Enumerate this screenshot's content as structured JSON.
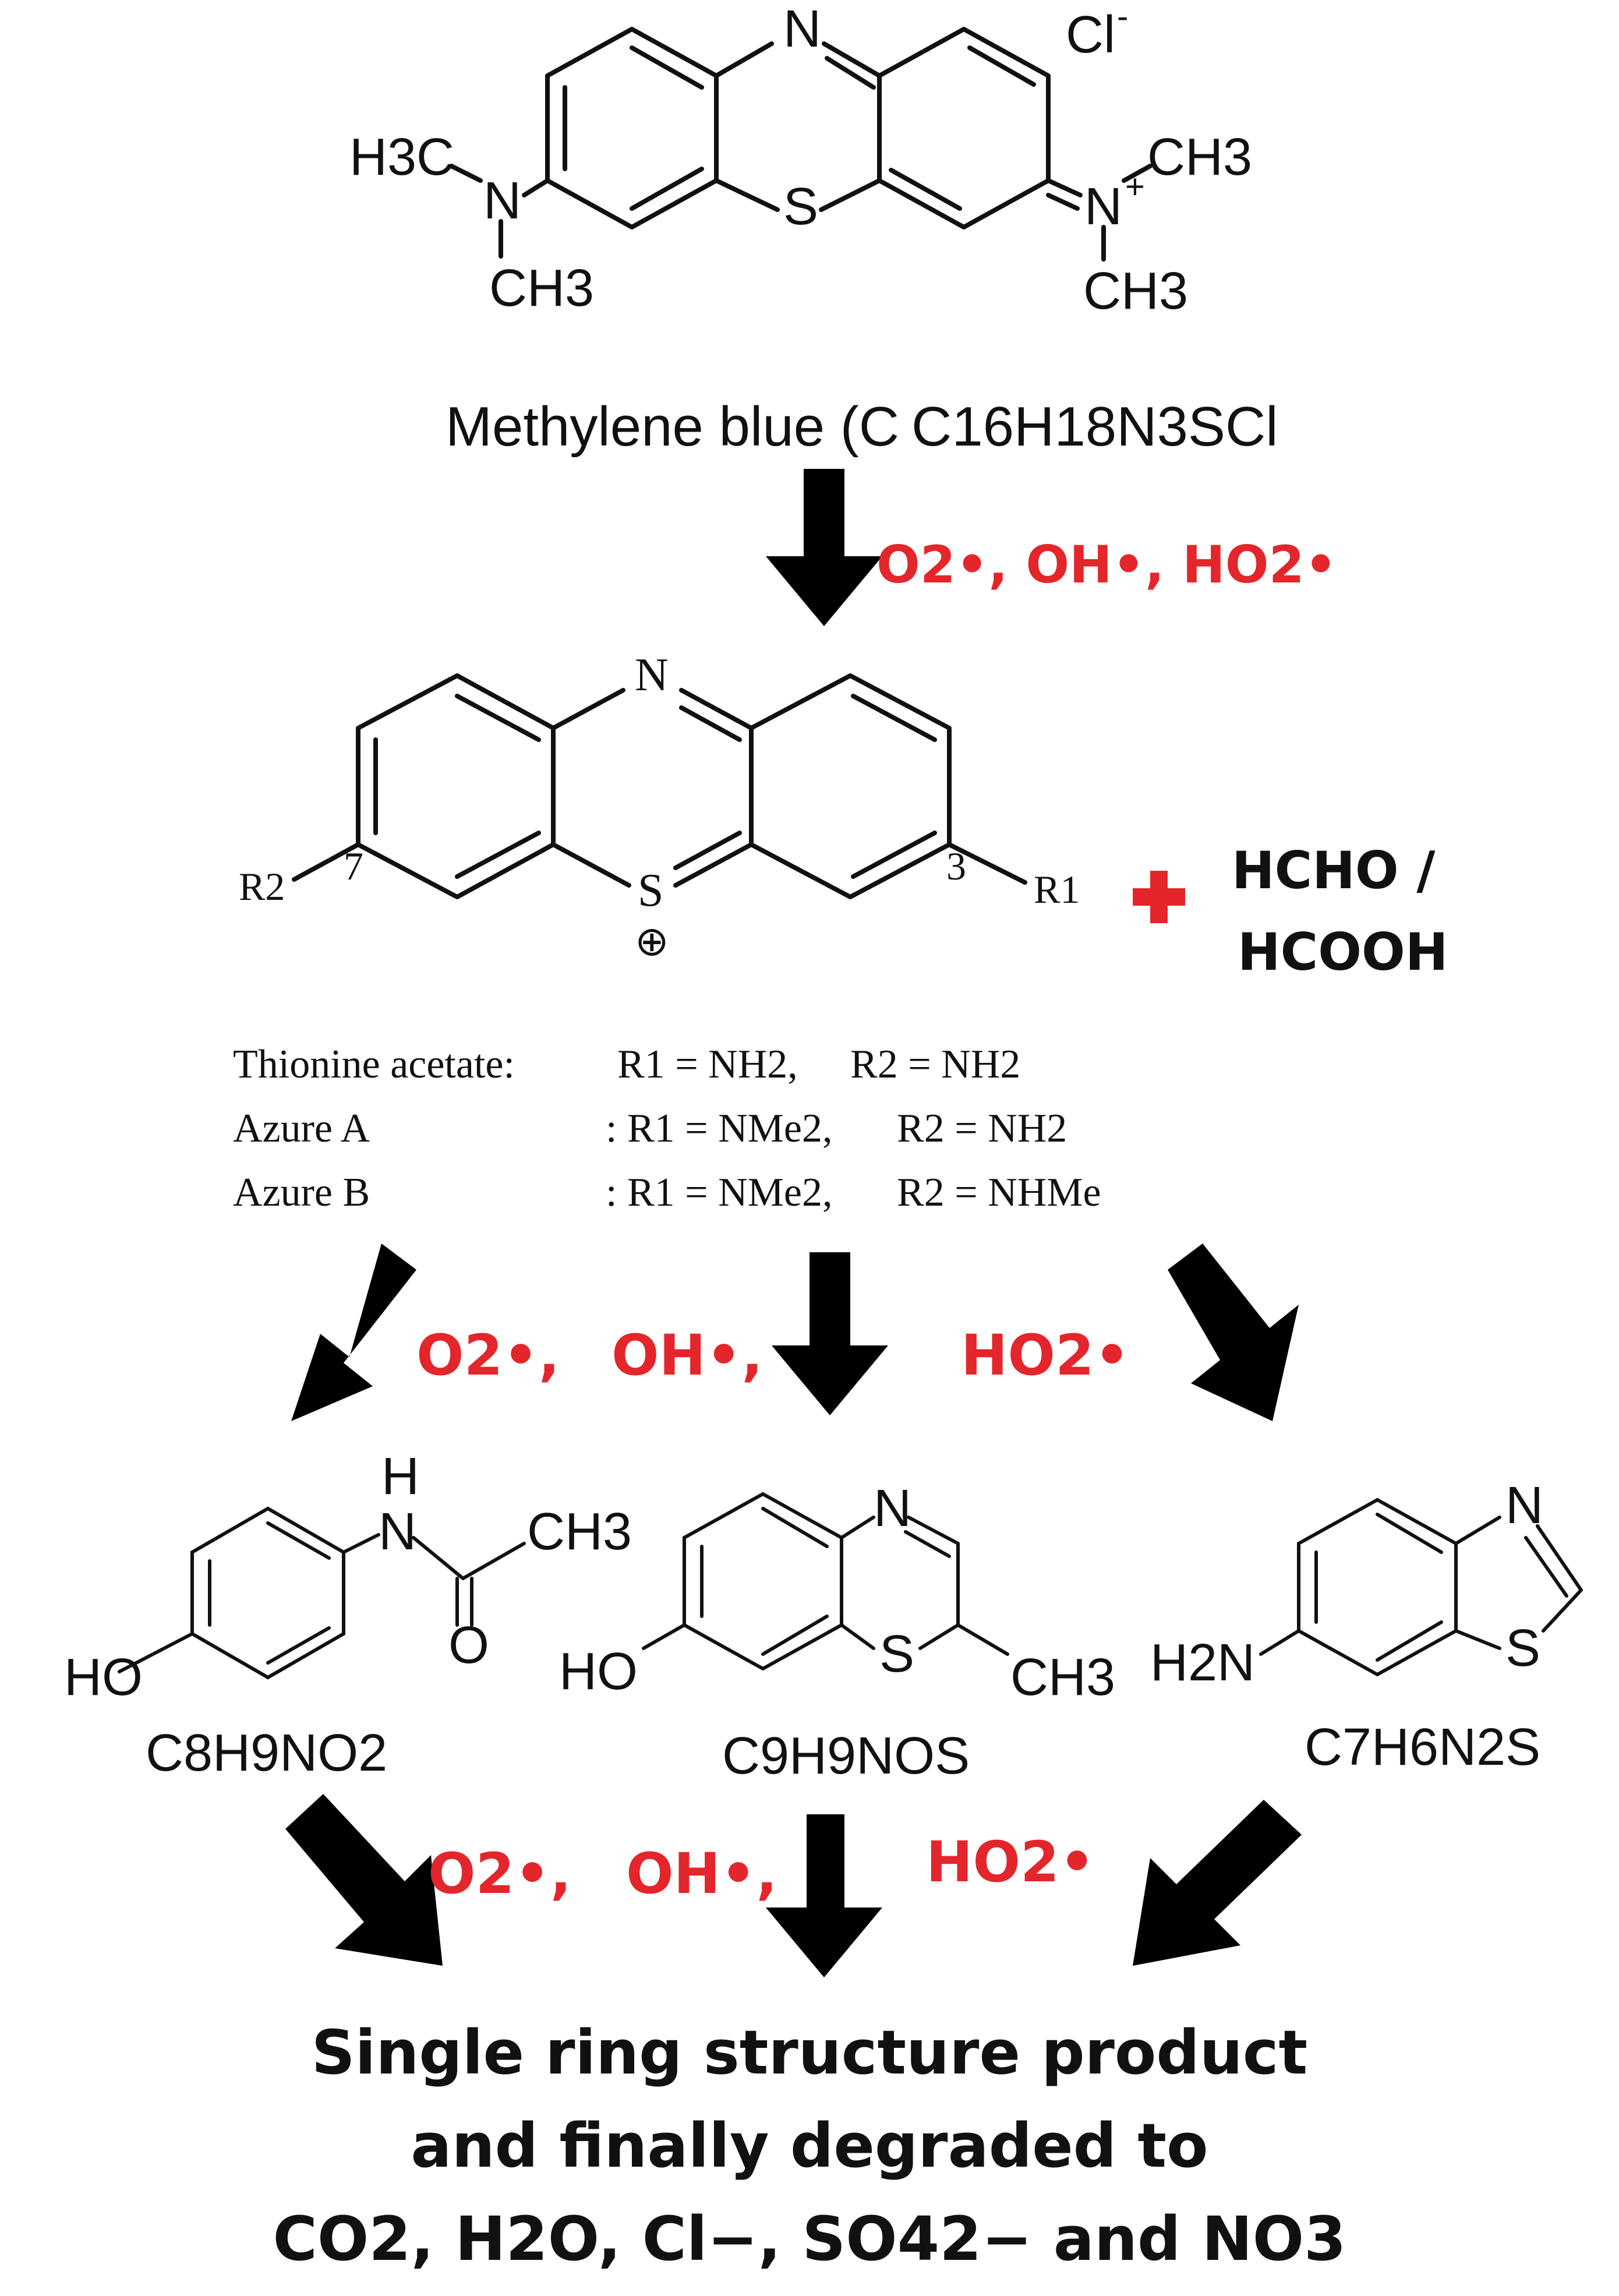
{
  "methylene_blue": {
    "counter_ion": "Cl",
    "counter_ion_charge": "-",
    "left_methyl_top": "H3C",
    "left_nitrogen": "N",
    "left_methyl_bottom": "CH3",
    "ring_nitrogen": "N",
    "ring_sulfur": "S",
    "right_nitrogen": "N",
    "right_charge": "+",
    "right_methyl_top": "CH3",
    "right_methyl_bottom": "CH3",
    "caption_name": "Methylene blue (C",
    "caption_formula": "C16H18N3SCl"
  },
  "radicals_step1": "O2•, OH•, HO2•",
  "intermediate": {
    "ring_nitrogen": "N",
    "ring_sulfur": "S",
    "charge_symbol": "⊕",
    "substituent_left": "R2",
    "substituent_right": "R1",
    "position_left": "7",
    "position_right": "3",
    "byproduct_line1": "HCHO /",
    "byproduct_line2": "HCOOH"
  },
  "substituent_table": [
    {
      "name": "Thionine acetate:",
      "r1": "R1 = NH2,",
      "r2": "R2 = NH2"
    },
    {
      "name": "Azure A",
      "r1": ": R1 = NMe2,",
      "r2": "R2 = NH2"
    },
    {
      "name": "Azure B",
      "r1": ": R1 = NMe2,",
      "r2": "R2 = NHMe"
    }
  ],
  "radicals_step2": [
    "O2•,",
    "OH•,",
    "HO2•"
  ],
  "products": [
    {
      "formula": "C8H9NO2",
      "atoms": [
        "H",
        "N",
        "CH3",
        "O",
        "HO"
      ]
    },
    {
      "formula": "C9H9NOS",
      "atoms": [
        "N",
        "S",
        "HO",
        "CH3"
      ]
    },
    {
      "formula": "C7H6N2S",
      "atoms": [
        "N",
        "S",
        "H2N"
      ]
    }
  ],
  "radicals_step3": [
    "O2•,",
    "OH•,",
    "HO2•"
  ],
  "final": {
    "line1": "Single ring structure product",
    "line2": "and finally degraded to",
    "line3": "CO2, H2O, Cl−, SO42− and NO3"
  },
  "colors": {
    "radical_red": "#e3262b",
    "ink": "#111111",
    "arrow": "#000000"
  }
}
